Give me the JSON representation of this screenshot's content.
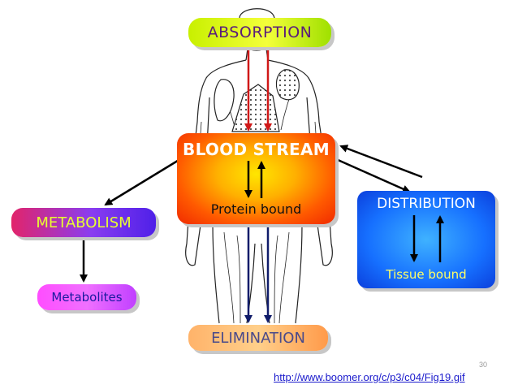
{
  "nodes": {
    "absorption": "ABSORPTION",
    "blood_stream": "BLOOD STREAM",
    "protein_bound": "Protein bound",
    "distribution": "DISTRIBUTION",
    "tissue_bound": "Tissue bound",
    "metabolism": "METABOLISM",
    "metabolites": "Metabolites",
    "elimination": "ELIMINATION"
  },
  "footer": {
    "page_number": "30",
    "source_url": "http://www.boomer.org/c/p3/c04/Fig19.gif"
  },
  "colors": {
    "absorption_arrows": "#d01818",
    "elimination_arrows": "#101c6a",
    "arrows": "#000000"
  }
}
